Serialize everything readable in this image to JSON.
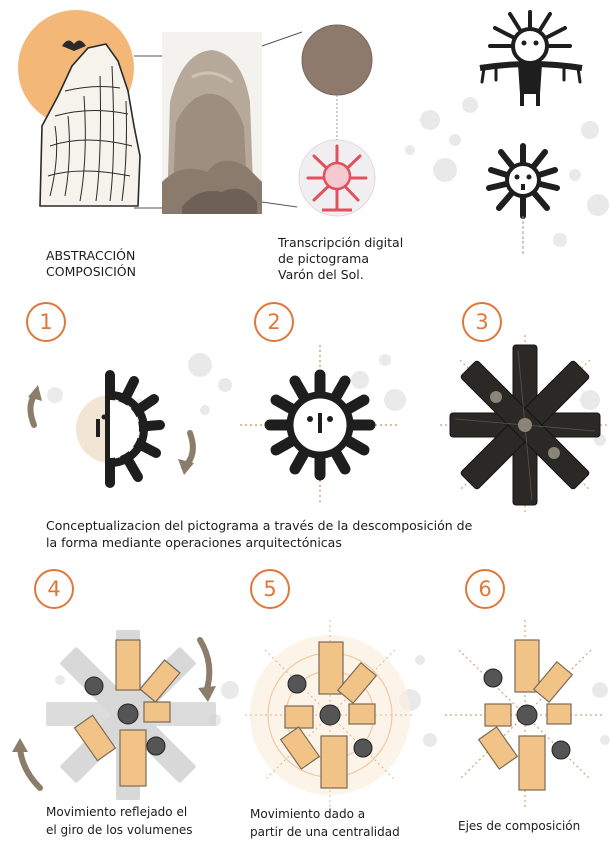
{
  "header": {
    "abstraction_label": "ABSTRACCIÓN",
    "composition_label": "COMPOSICIÓN",
    "transcription_line1": "Transcripción digital",
    "transcription_line2": "de pictograma",
    "transcription_line3": "Varón del Sol."
  },
  "steps": {
    "s1": "1",
    "s2": "2",
    "s3": "3",
    "s4": "4",
    "s5": "5",
    "s6": "6"
  },
  "middle_caption": {
    "line1": "Conceptualizacion del pictograma a través  de la descomposición de",
    "line2": "la forma mediante operaciones arquitectónicas"
  },
  "bottom_captions": {
    "c4_line1": "Movimiento reflejado el",
    "c4_line2": "el giro de los volumenes",
    "c5_line1": "Movimiento dado a",
    "c5_line2": "partir de una centralidad",
    "c6": "Ejes de composición"
  },
  "colors": {
    "accent": "#e0773a",
    "sun": "#f3b877",
    "ink": "#222222",
    "volume": "#f1c386",
    "pictogram_red": "#e2505d"
  }
}
